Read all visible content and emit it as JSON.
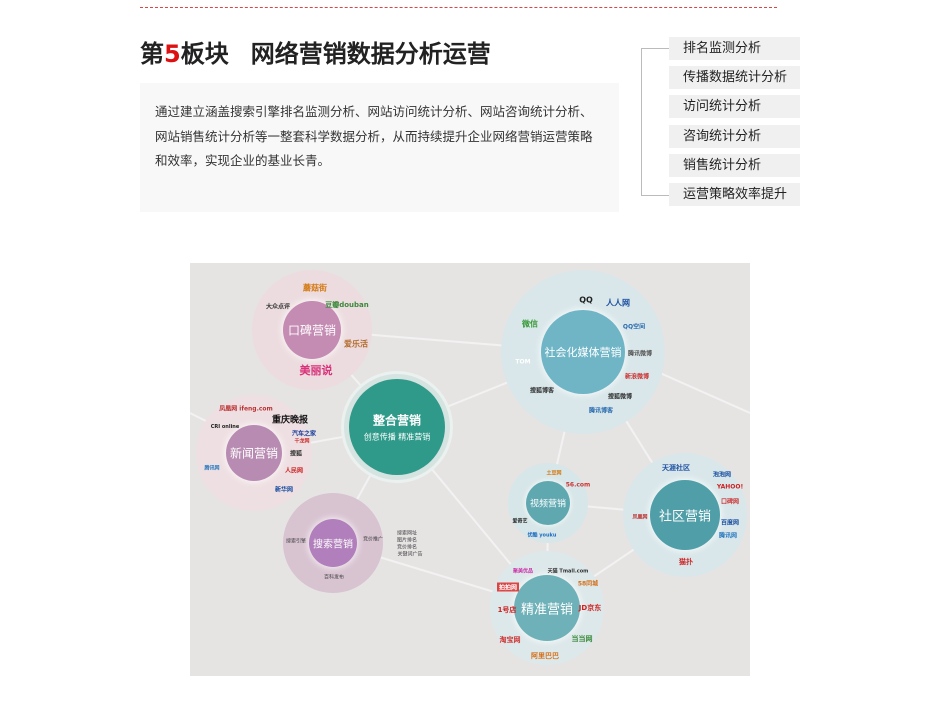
{
  "header": {
    "title_prefix": "第",
    "title_num": "5",
    "title_suffix": "板块",
    "title_main": "网络营销数据分析运营"
  },
  "description": "通过建立涵盖搜索引擎排名监测分析、网站访问统计分析、网站咨询统计分析、网站销售统计分析等一整套科学数据分析，从而持续提升企业网络营销运营策略和效率，实现企业的基业长青。",
  "menu": [
    "排名监测分析",
    "传播数据统计分析",
    "访问统计分析",
    "咨询统计分析",
    "销售统计分析",
    "运营策略效率提升"
  ],
  "diagram": {
    "center": {
      "label": "整合营销",
      "sub": "创意传播  精准营销"
    },
    "koubei": {
      "label": "口碑营销",
      "logos": [
        "蘑菇街",
        "豆瓣douban",
        "大众点评",
        "爱乐活",
        "美丽说"
      ]
    },
    "news": {
      "label": "新闻营销",
      "logos": [
        "凤凰网 ifeng.com",
        "重庆晚报",
        "汽车之家",
        "CRI online",
        "千龙网",
        "搜狐",
        "人民网",
        "新华网",
        "腾讯网"
      ]
    },
    "social": {
      "label": "社会化媒体营销",
      "logos": [
        "QQ",
        "人人网",
        "QQ空间",
        "微信",
        "腾讯微博",
        "新浪微博",
        "搜狐博客",
        "搜狐微博",
        "腾讯博客",
        "TOM"
      ]
    },
    "search": {
      "label": "搜索营销",
      "notes": [
        "搜索引擎",
        "竞价推广",
        "百科发布",
        "搜索网址",
        "图片排名",
        "竞价排名",
        "关键词广告"
      ]
    },
    "video": {
      "label": "视频营销",
      "logos": [
        "土豆网",
        "56.com",
        "优酷 youku",
        "爱奇艺"
      ]
    },
    "community": {
      "label": "社区营销",
      "logos": [
        "天涯社区",
        "泡泡网",
        "YAHOO!",
        "猫扑",
        "口碑网",
        "百度网",
        "腾讯网",
        "凤凰网"
      ]
    },
    "precision": {
      "label": "精准营销",
      "logos": [
        "淘宝网",
        "阿里巴巴",
        "当当网",
        "JD京东",
        "58同城",
        "天猫 Tmall.com",
        "1号店",
        "拍拍网",
        "聚美优品"
      ]
    }
  }
}
